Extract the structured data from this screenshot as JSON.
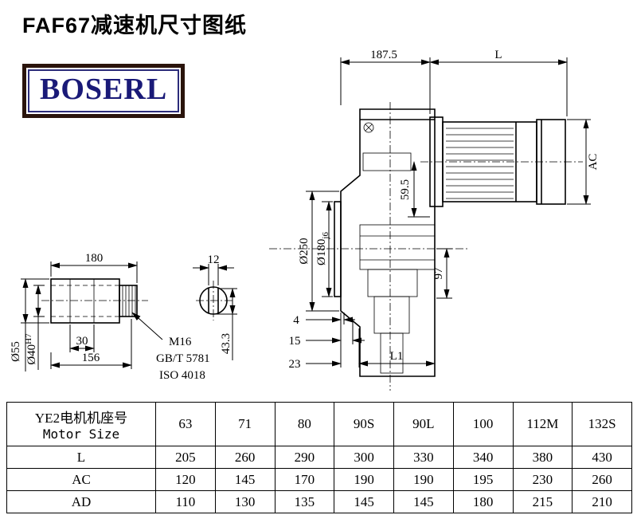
{
  "page": {
    "title": "FAF67减速机尺寸图纸"
  },
  "logo": {
    "text": "BOSERL"
  },
  "drawing": {
    "dim_187_5": "187.5",
    "dim_L": "L",
    "dim_AC": "AC",
    "dim_o250": "Ø250",
    "dim_o180": "Ø180",
    "dim_o180_fit": "j6",
    "dim_59_5": "59.5",
    "dim_97": "97",
    "dim_4": "4",
    "dim_15": "15",
    "dim_23": "23",
    "dim_L1": "L1",
    "dim_180": "180",
    "dim_12": "12",
    "dim_o55": "Ø55",
    "dim_o40": "Ø40",
    "dim_o40_fit": "H7",
    "dim_30": "30",
    "dim_156": "156",
    "dim_43_3": "43.3",
    "note_thread": "M16",
    "note_std1": "GB/T 5781",
    "note_std2": "ISO 4018"
  },
  "table": {
    "header_cn": "YE2电机机座号",
    "header_en": "Motor Size",
    "sizes": [
      "63",
      "71",
      "80",
      "90S",
      "90L",
      "100",
      "112M",
      "132S"
    ],
    "rows": [
      {
        "label": "L",
        "values": [
          "205",
          "260",
          "290",
          "300",
          "330",
          "340",
          "380",
          "430"
        ]
      },
      {
        "label": "AC",
        "values": [
          "120",
          "145",
          "170",
          "190",
          "190",
          "195",
          "230",
          "260"
        ]
      },
      {
        "label": "AD",
        "values": [
          "110",
          "130",
          "135",
          "145",
          "145",
          "180",
          "215",
          "210"
        ]
      }
    ]
  }
}
